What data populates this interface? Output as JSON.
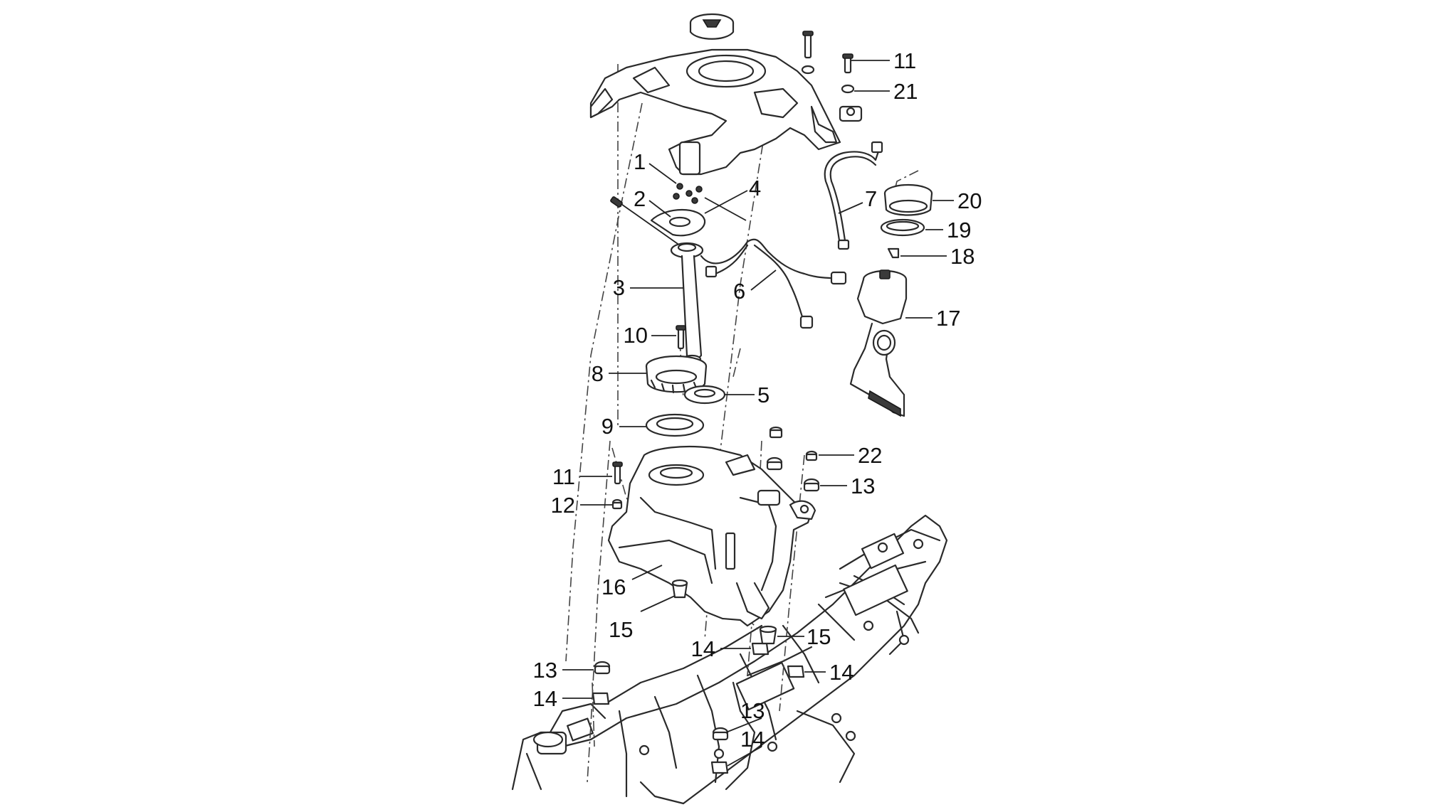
{
  "callouts": {
    "c1": "1",
    "c2": "2",
    "c3": "3",
    "c4": "4",
    "c5": "5",
    "c6": "6",
    "c7": "7",
    "c8": "8",
    "c9": "9",
    "c10": "10",
    "c11_top": "11",
    "c11_left": "11",
    "c12": "12",
    "c13_right": "13",
    "c13_left": "13",
    "c13_bottom": "13",
    "c14_center": "14",
    "c14_right": "14",
    "c14_left": "14",
    "c14_bottom": "14",
    "c15_left": "15",
    "c15_right": "15",
    "c16": "16",
    "c17": "17",
    "c18": "18",
    "c19": "19",
    "c20": "20",
    "c21": "21",
    "c22": "22"
  },
  "colors": {
    "line": "#2a2a2a",
    "background": "#ffffff"
  }
}
